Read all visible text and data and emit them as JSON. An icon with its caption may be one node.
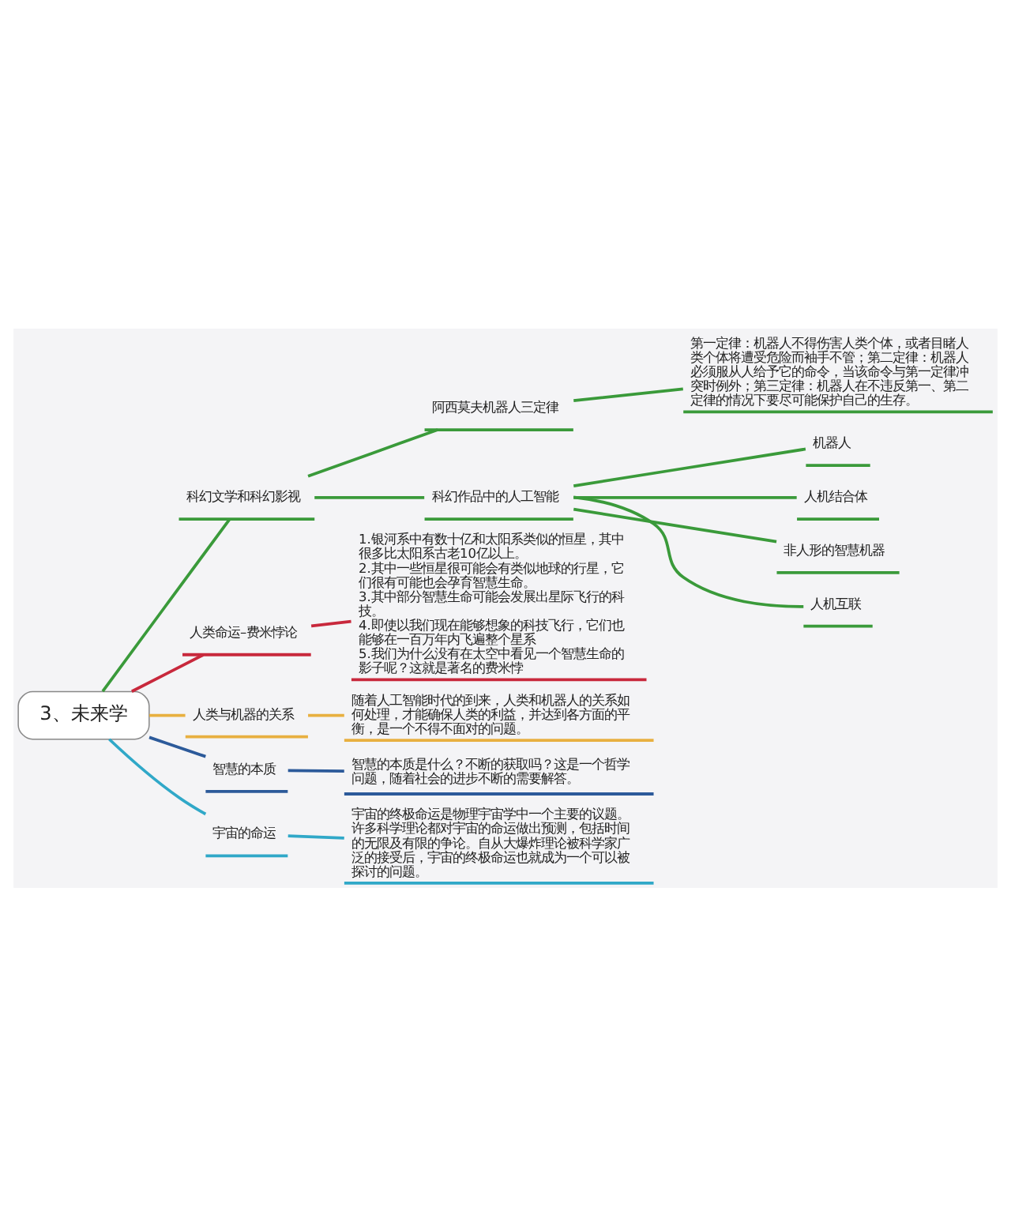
{
  "diagram": {
    "nodes": [
      {
        "text": [
          "3、未来学"
        ]
      },
      {
        "text": [
          "科幻文学和科幻影视"
        ]
      },
      {
        "text": [
          "阿西莫夫机器人三定律"
        ]
      },
      {
        "text": [
          "第一定律：机器人不得伤害人类个体，或者目睹人类个体将遭受危险而袖手不管；第二定律：机器人必须服从人给予它的命令，当该命令与第一定律冲突时例外；第三定律：机器人在不违反第一、第二定律的情况下要尽可能保护自己的生存。"
        ]
      },
      {
        "text": [
          "科幻作品中的人工智能"
        ]
      },
      {
        "text": [
          "机器人"
        ]
      },
      {
        "text": [
          "人机结合体"
        ]
      },
      {
        "text": [
          "非人形的智慧机器"
        ]
      },
      {
        "text": [
          "人机互联"
        ]
      },
      {
        "text": [
          "人类命运–费米悖论"
        ]
      },
      {
        "text": [
          "1.银河系中有数十亿和太阳系类似的恒星，其中很多比太阳系古老10亿以上。",
          "2.其中一些恒星很可能会有类似地球的行星，它们很有可能也会孕育智慧生命。",
          "3.其中部分智慧生命可能会发展出星际飞行的科技。",
          "4.即使以我们现在能够想象的科技飞行，它们也能够在一百万年内飞遍整个星系",
          "5.我们为什么没有在太空中看见一个智慧生命的影子呢？这就是著名的费米悖"
        ]
      },
      {
        "text": [
          "人类与机器的关系"
        ]
      },
      {
        "text": [
          "随着人工智能时代的到来，人类和机器人的关系如何处理，才能确保人类的利益，并达到各方面的平衡，是一个不得不面对的问题。"
        ]
      },
      {
        "text": [
          "智慧的本质"
        ]
      },
      {
        "text": [
          "智慧的本质是什么？不断的获取吗？这是一个哲学问题，随着社会的进步不断的需要解答。"
        ]
      },
      {
        "text": [
          "宇宙的命运"
        ]
      },
      {
        "text": [
          "宇宙的终极命运是物理宇宙学中一个主要的议题。许多科学理论都对宇宙的命运做出预测，包括时间的无限及有限的争论。自从大爆炸理论被科学家广泛的接受后，宇宙的终极命运也就成为一个可以被探讨的问题。"
        ]
      }
    ],
    "edges": [
      {
        "from": 0,
        "to": 1,
        "arrow": "none",
        "color": "#3a9a3a"
      },
      {
        "from": 1,
        "to": 2,
        "arrow": "none",
        "color": "#3a9a3a"
      },
      {
        "from": 2,
        "to": 3,
        "arrow": "none",
        "color": "#3a9a3a"
      },
      {
        "from": 1,
        "to": 4,
        "arrow": "none",
        "color": "#3a9a3a"
      },
      {
        "from": 4,
        "to": 5,
        "arrow": "none",
        "color": "#3a9a3a"
      },
      {
        "from": 4,
        "to": 6,
        "arrow": "none",
        "color": "#3a9a3a"
      },
      {
        "from": 4,
        "to": 7,
        "arrow": "none",
        "color": "#3a9a3a"
      },
      {
        "from": 4,
        "to": 8,
        "arrow": "none",
        "color": "#3a9a3a"
      },
      {
        "from": 0,
        "to": 9,
        "arrow": "none",
        "color": "#c8283c"
      },
      {
        "from": 9,
        "to": 10,
        "arrow": "none",
        "color": "#c8283c"
      },
      {
        "from": 0,
        "to": 11,
        "arrow": "none",
        "color": "#e8b040"
      },
      {
        "from": 11,
        "to": 12,
        "arrow": "none",
        "color": "#e8b040"
      },
      {
        "from": 0,
        "to": 13,
        "arrow": "none",
        "color": "#2c5a9a"
      },
      {
        "from": 13,
        "to": 14,
        "arrow": "none",
        "color": "#2c5a9a"
      },
      {
        "from": 0,
        "to": 15,
        "arrow": "none",
        "color": "#30a8c8"
      },
      {
        "from": 15,
        "to": 16,
        "arrow": "none",
        "color": "#30a8c8"
      }
    ]
  }
}
